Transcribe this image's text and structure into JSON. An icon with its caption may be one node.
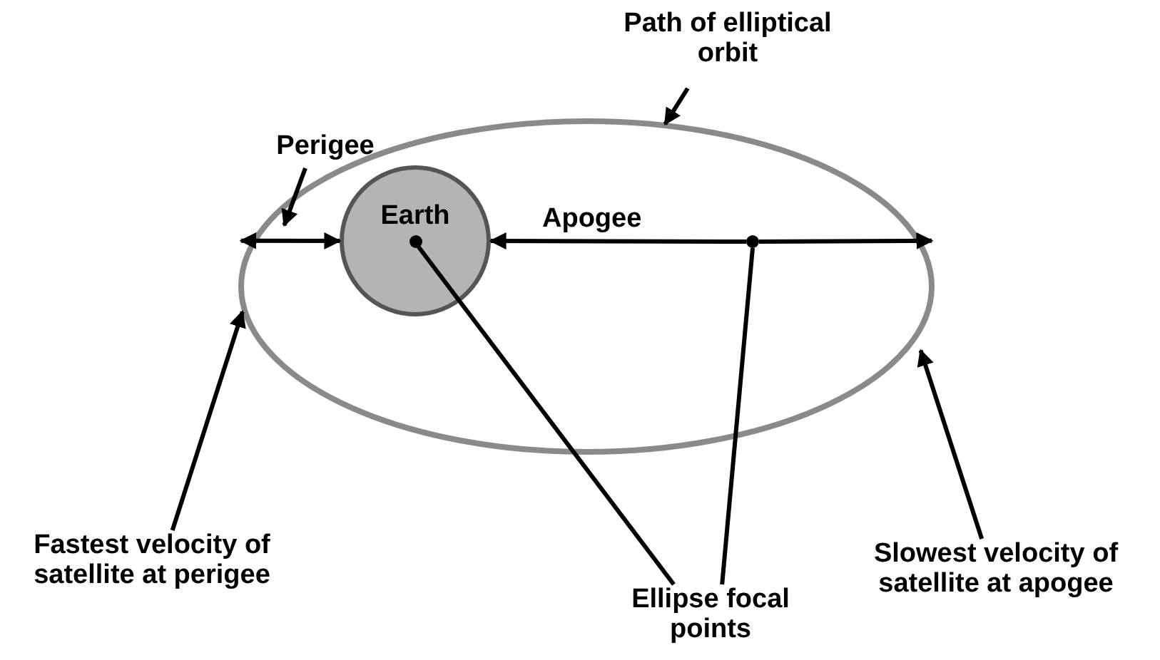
{
  "diagram": {
    "nodes": [
      {
        "text": [
          "Path of elliptical orbit"
        ]
      },
      {
        "text": [
          "Perigee"
        ]
      },
      {
        "text": [],
        "shape": "ellipse"
      },
      {
        "text": [
          "Earth"
        ],
        "in": 2
      },
      {
        "text": [],
        "shape": "circle",
        "in": 3
      },
      {
        "text": [],
        "shape": "circle",
        "in": 2
      },
      {
        "text": [
          "Fastest velocity of satellite at perigee"
        ]
      },
      {
        "text": [
          "Slowest velocity of satellite at apogee"
        ]
      },
      {
        "text": [
          "Ellipse focal points"
        ]
      }
    ],
    "edges": [
      {
        "from": 0,
        "to": 2,
        "arrow": "to"
      },
      {
        "from": 1,
        "to": 2,
        "arrow": "to"
      },
      {
        "from": 6,
        "to": 2,
        "arrow": "to"
      },
      {
        "from": 7,
        "to": 2,
        "arrow": "to"
      },
      {
        "from": 8,
        "to": 4,
        "arrow": "none"
      },
      {
        "from": 8,
        "to": 5,
        "arrow": "none"
      },
      {
        "from": 2,
        "to": 3,
        "arrow": "both"
      },
      {
        "from": 5,
        "to": 3,
        "arrow": "to",
        "label": "Apogee"
      },
      {
        "from": 5,
        "to": 2,
        "arrow": "to"
      }
    ]
  }
}
